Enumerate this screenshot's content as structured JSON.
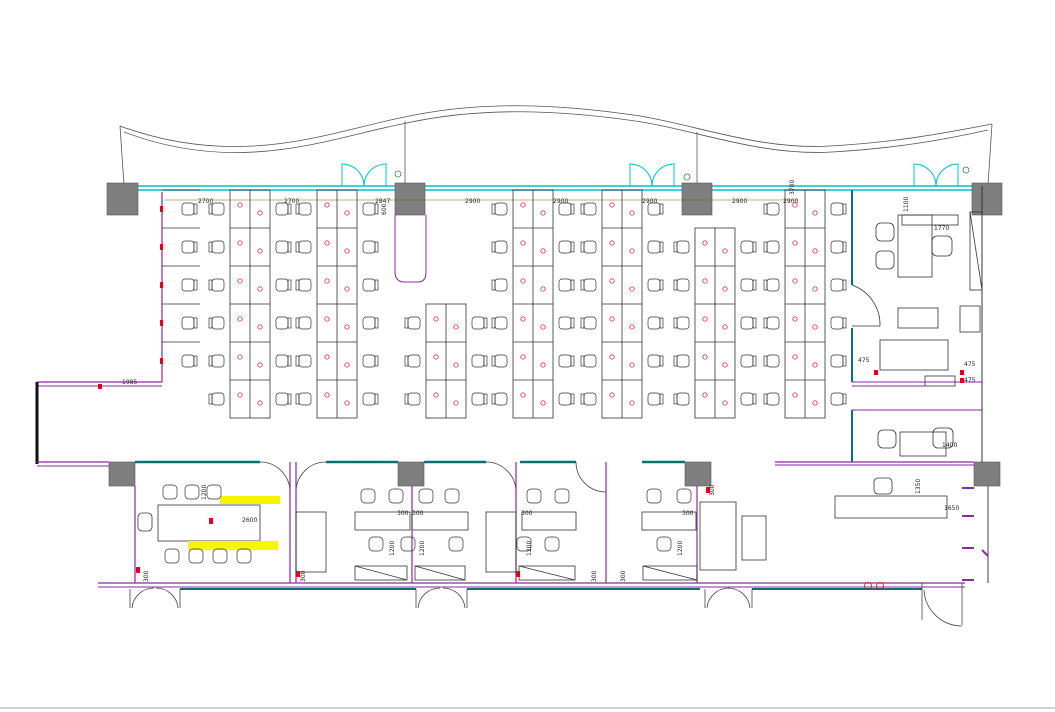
{
  "plan": {
    "dimensions": {
      "top_row": [
        "2700",
        "2700",
        "2847",
        "2900",
        "2900",
        "2900",
        "2900",
        "2900"
      ],
      "top_vertical": "600",
      "top_right_small": "3700",
      "left_wall": "1985",
      "office_right_a": "1100",
      "office_right_b": "1770",
      "office_mid_left": "475",
      "office_mid_right": "475",
      "office_mid_right_v": "475",
      "office_bottom": "1400",
      "meeting_table": "2600",
      "meeting_v": "1200",
      "meeting_bottom": "300",
      "room2_a": "300",
      "room2_b": "300",
      "room2_v1": "1200",
      "room2_v2": "1200",
      "room3_a": "300",
      "room3_v": "1200",
      "room4_a": "300",
      "room4_v": "1200",
      "room4_top": "300",
      "room_bottom_left": "300",
      "room_bottom_mid": "300",
      "room_bottom_right": "300",
      "reception_v": "1350",
      "reception_h": "1650"
    },
    "colors": {
      "wall": "#333333",
      "glass": "#00c0d0",
      "partition": "#8a2aa0",
      "socket": "#e0001c",
      "door": "#444444",
      "column": "#7f7f7f",
      "highlight": "#f5f500"
    }
  }
}
